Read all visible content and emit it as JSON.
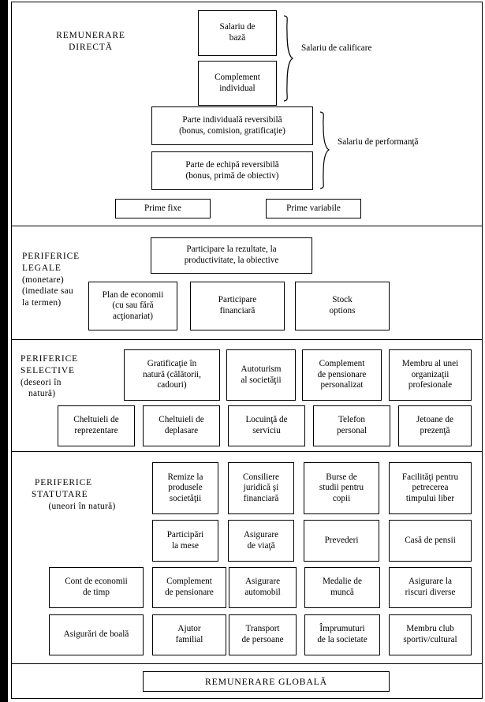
{
  "diagram": {
    "title": "REMUNERARE GLOBALA structure chart",
    "footer_box": "REMUNERARE GLOBALĂ"
  },
  "sections": [
    {
      "id": "directa",
      "category_line1": "REMUNERARE",
      "category_line2": "DIRECTĂ",
      "category_note": "",
      "brace_labels": [
        "Salariu de calificare",
        "Salariu de performanţă"
      ],
      "boxes": [
        {
          "id": "salariu-baza",
          "lines": [
            "Salariu de",
            "bază"
          ]
        },
        {
          "id": "complement-individual",
          "lines": [
            "Complement",
            "individual"
          ]
        },
        {
          "id": "parte-individuala",
          "lines": [
            "Parte individuală reversibilă",
            "(bonus, comision, gratificaţie)"
          ]
        },
        {
          "id": "parte-echipa",
          "lines": [
            "Parte de echipă reversibilă",
            "(bonus, primă de obiectiv)"
          ]
        },
        {
          "id": "prime-fixe",
          "lines": [
            "Prime fixe"
          ]
        },
        {
          "id": "prime-variabile",
          "lines": [
            "Prime variabile"
          ]
        }
      ]
    },
    {
      "id": "legale",
      "category_line1": "PERIFERICE",
      "category_line2": "LEGALE",
      "category_note_lines": [
        "(monetare)",
        "(imediate sau",
        "la termen)"
      ],
      "boxes": [
        {
          "id": "participare-rezultate",
          "lines": [
            "Participare la rezultate, la",
            "productivitate, la obiective"
          ]
        },
        {
          "id": "plan-economii",
          "lines": [
            "Plan de economii",
            "(cu sau fără",
            "acţionariat)"
          ]
        },
        {
          "id": "participare-financiara",
          "lines": [
            "Participare",
            "financiară"
          ]
        },
        {
          "id": "stock-options",
          "lines": [
            "Stock",
            "options"
          ]
        }
      ]
    },
    {
      "id": "selective",
      "category_line1": "PERIFERICE",
      "category_line2": "SELECTIVE",
      "category_note_lines": [
        "(deseori în",
        "natură)"
      ],
      "boxes": [
        {
          "id": "gratificatie-natura",
          "lines": [
            "Gratificaţie în",
            "natură (călătorii,",
            "cadouri)"
          ]
        },
        {
          "id": "autoturism",
          "lines": [
            "Autoturism",
            "al societăţii"
          ]
        },
        {
          "id": "complement-pensionare-personalizat",
          "lines": [
            "Complement",
            "de pensionare",
            "personalizat"
          ]
        },
        {
          "id": "membru-organizatii",
          "lines": [
            "Membru al unei",
            "organizaţii",
            "profesionale"
          ]
        },
        {
          "id": "cheltuieli-reprezentare",
          "lines": [
            "Cheltuieli de",
            "reprezentare"
          ]
        },
        {
          "id": "cheltuieli-deplasare",
          "lines": [
            "Cheltuieli de",
            "deplasare"
          ]
        },
        {
          "id": "locuinta-serviciu",
          "lines": [
            "Locuinţă de",
            "serviciu"
          ]
        },
        {
          "id": "telefon-personal",
          "lines": [
            "Telefon",
            "personal"
          ]
        },
        {
          "id": "jetoane-prezenta",
          "lines": [
            "Jetoane de",
            "prezenţă"
          ]
        }
      ]
    },
    {
      "id": "statutare",
      "category_line1": "PERIFERICE",
      "category_line2": "STATUTARE",
      "category_note_lines": [
        "(uneori în natură)"
      ],
      "boxes": [
        {
          "id": "remize-produse",
          "lines": [
            "Remize la",
            "produsele",
            "societăţii"
          ]
        },
        {
          "id": "consiliere",
          "lines": [
            "Consiliere",
            "juridică şi",
            "financiară"
          ]
        },
        {
          "id": "burse-studii",
          "lines": [
            "Burse de",
            "studii pentru",
            "copii"
          ]
        },
        {
          "id": "facilitati-timp-liber",
          "lines": [
            "Facilităţi pentru",
            "petrecerea",
            "timpului liber"
          ]
        },
        {
          "id": "participari-mese",
          "lines": [
            "Participări",
            "la mese"
          ]
        },
        {
          "id": "asigurare-viata",
          "lines": [
            "Asigurare",
            "de viaţă"
          ]
        },
        {
          "id": "prevederi",
          "lines": [
            "Prevederi"
          ]
        },
        {
          "id": "casa-pensii",
          "lines": [
            "Casă de pensii"
          ]
        },
        {
          "id": "cont-economii-timp",
          "lines": [
            "Cont de economii",
            "de timp"
          ]
        },
        {
          "id": "complement-pensionare",
          "lines": [
            "Complement",
            "de pensionare"
          ]
        },
        {
          "id": "asigurare-automobil",
          "lines": [
            "Asigurare",
            "automobil"
          ]
        },
        {
          "id": "medalie-munca",
          "lines": [
            "Medalie de",
            "muncă"
          ]
        },
        {
          "id": "asigurare-riscuri",
          "lines": [
            "Asigurare la",
            "riscuri diverse"
          ]
        },
        {
          "id": "asigurari-boala",
          "lines": [
            "Asigurări de boală"
          ]
        },
        {
          "id": "ajutor-familial",
          "lines": [
            "Ajutor",
            "familial"
          ]
        },
        {
          "id": "transport-persoane",
          "lines": [
            "Transport",
            "de persoane"
          ]
        },
        {
          "id": "imprumuturi",
          "lines": [
            "Împrumuturi",
            "de la societate"
          ]
        },
        {
          "id": "membru-club",
          "lines": [
            "Membru club",
            "sportiv/cultural"
          ]
        }
      ]
    }
  ],
  "colors": {
    "line": "#000000",
    "background": "#ffffff",
    "spine": "#000000"
  }
}
